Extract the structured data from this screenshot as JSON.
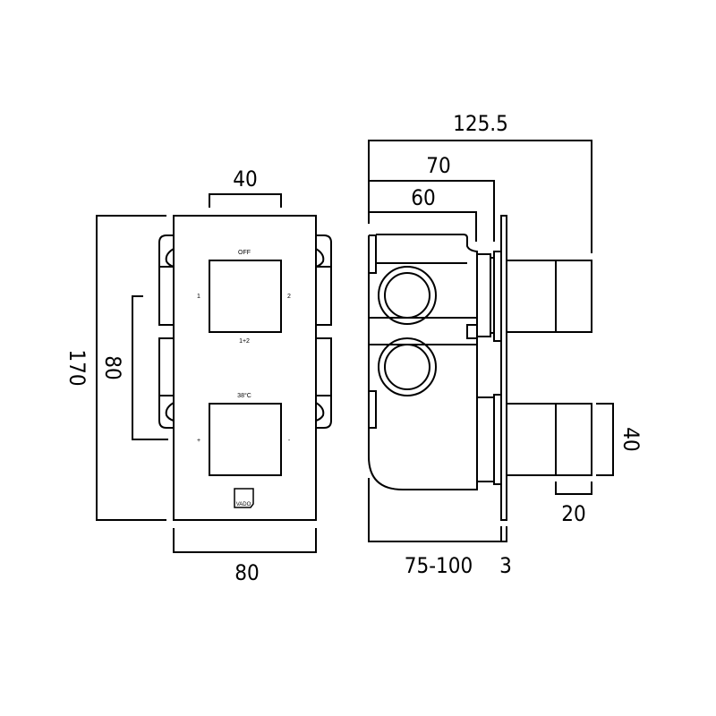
{
  "front_view": {
    "dimensions": {
      "knob_width": "40",
      "plate_width": "80",
      "plate_height": "170",
      "knob_spacing": "80"
    },
    "labels": {
      "off": "OFF",
      "outlet_1": "1",
      "outlet_2": "2",
      "both": "1+2",
      "temp": "38°C",
      "plus": "+",
      "minus": "-",
      "logo": "VADO"
    }
  },
  "side_view": {
    "dimensions": {
      "overall_depth": "125.5",
      "depth_70": "70",
      "depth_60": "60",
      "wall_depth": "75-100",
      "plate_thickness": "3",
      "handle_height": "40",
      "handle_depth": "20"
    }
  }
}
